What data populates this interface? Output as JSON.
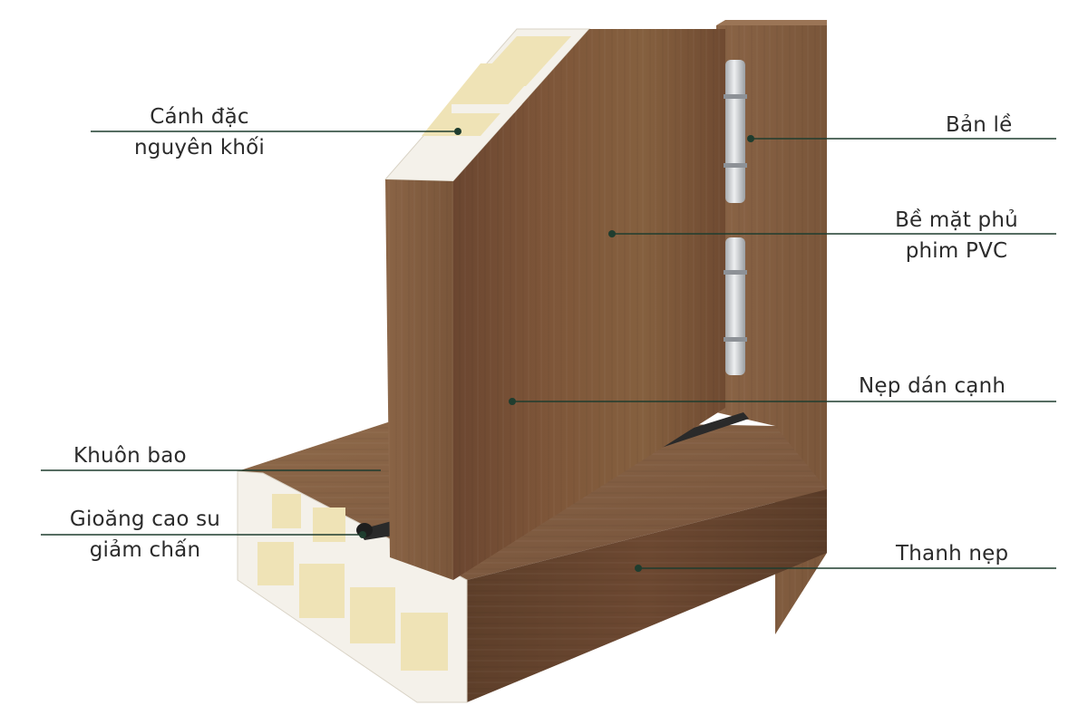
{
  "colors": {
    "leader_line": "#1f3d2f",
    "label_text": "#2b2b2b",
    "wood_front": "#7a5238",
    "wood_light": "#8a6244",
    "wood_dark": "#5c3d28",
    "pvc": "#f4f1ea",
    "pvc_cavity": "#efe3b6",
    "hinge": "#d6d8da",
    "gasket": "#2a2a2a"
  },
  "callouts": [
    {
      "id": "solid-leaf",
      "lines": [
        "Cánh đặc",
        "nguyên khối"
      ]
    },
    {
      "id": "hinge",
      "lines": [
        "Bản lề"
      ]
    },
    {
      "id": "pvc-surface",
      "lines": [
        "Bề mặt phủ",
        "phim PVC"
      ]
    },
    {
      "id": "edge-banding",
      "lines": [
        "Nẹp dán cạnh"
      ]
    },
    {
      "id": "frame",
      "lines": [
        "Khuôn bao"
      ]
    },
    {
      "id": "rubber-gasket",
      "lines": [
        "Gioăng cao su",
        "giảm chấn"
      ]
    },
    {
      "id": "trim-strip",
      "lines": [
        "Thanh nẹp"
      ]
    }
  ]
}
